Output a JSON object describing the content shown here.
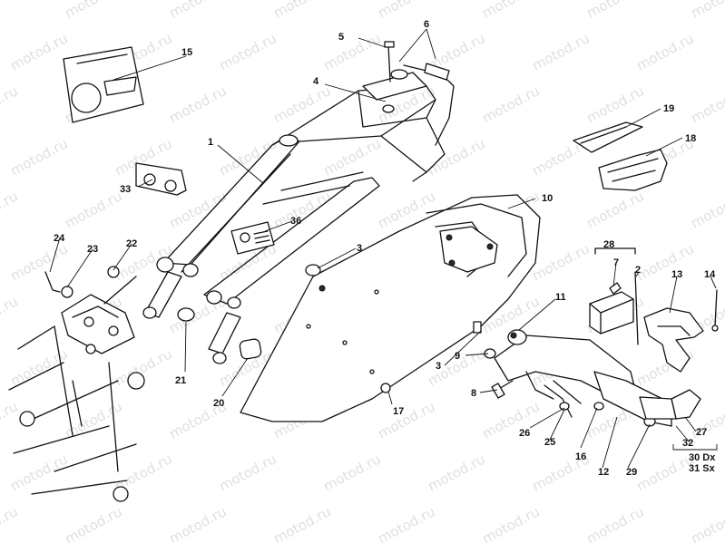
{
  "watermark": "motod.ru",
  "callouts": [
    {
      "id": "1",
      "label": "1"
    },
    {
      "id": "2",
      "label": "2"
    },
    {
      "id": "3a",
      "label": "3"
    },
    {
      "id": "3b",
      "label": "3"
    },
    {
      "id": "4",
      "label": "4"
    },
    {
      "id": "5",
      "label": "5"
    },
    {
      "id": "6",
      "label": "6"
    },
    {
      "id": "7",
      "label": "7"
    },
    {
      "id": "8",
      "label": "8"
    },
    {
      "id": "9",
      "label": "9"
    },
    {
      "id": "10",
      "label": "10"
    },
    {
      "id": "11",
      "label": "11"
    },
    {
      "id": "12",
      "label": "12"
    },
    {
      "id": "13",
      "label": "13"
    },
    {
      "id": "14",
      "label": "14"
    },
    {
      "id": "15",
      "label": "15"
    },
    {
      "id": "16",
      "label": "16"
    },
    {
      "id": "17",
      "label": "17"
    },
    {
      "id": "18",
      "label": "18"
    },
    {
      "id": "19",
      "label": "19"
    },
    {
      "id": "20",
      "label": "20"
    },
    {
      "id": "21",
      "label": "21"
    },
    {
      "id": "22",
      "label": "22"
    },
    {
      "id": "23",
      "label": "23"
    },
    {
      "id": "24",
      "label": "24"
    },
    {
      "id": "25",
      "label": "25"
    },
    {
      "id": "26",
      "label": "26"
    },
    {
      "id": "27",
      "label": "27"
    },
    {
      "id": "28",
      "label": "28"
    },
    {
      "id": "29",
      "label": "29"
    },
    {
      "id": "30",
      "label": "30 Dx"
    },
    {
      "id": "31",
      "label": "31 Sx"
    },
    {
      "id": "32",
      "label": "32"
    },
    {
      "id": "33",
      "label": "33"
    },
    {
      "id": "36",
      "label": "36"
    }
  ]
}
